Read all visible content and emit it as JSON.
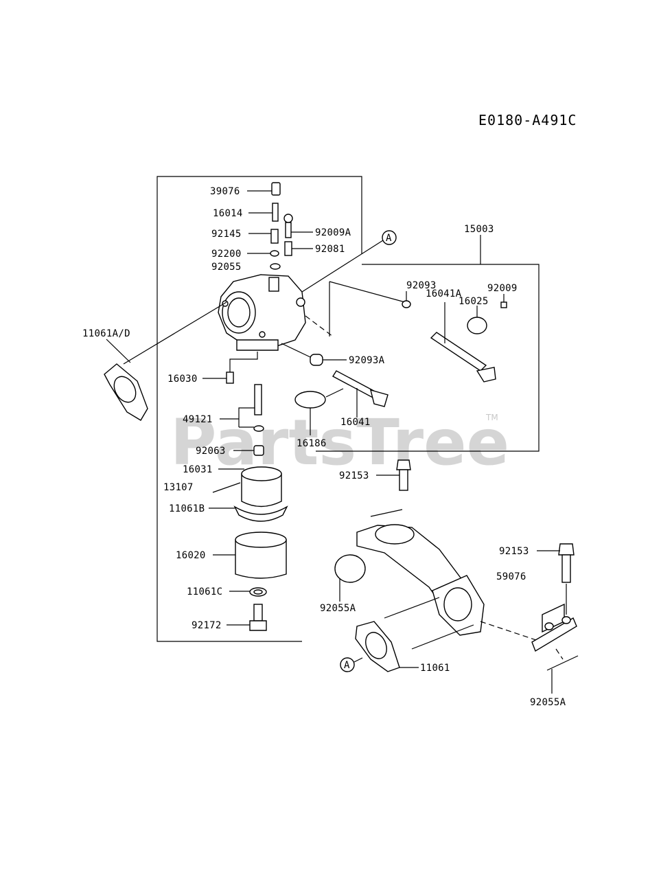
{
  "diagram": {
    "code": "E0180-A491C",
    "watermark": "PartsTree",
    "trademark": "TM",
    "ref_marker": "A",
    "labels": {
      "p39076": "39076",
      "p16014": "16014",
      "p92145": "92145",
      "p92009A": "92009A",
      "p92200": "92200",
      "p92081": "92081",
      "p92055": "92055",
      "p15003": "15003",
      "p92093": "92093",
      "p92009": "92009",
      "p16025": "16025",
      "p16041A": "16041A",
      "p11061AD": "11061A/D",
      "p92093A": "92093A",
      "p16030": "16030",
      "p49121": "49121",
      "p16041": "16041",
      "p16186": "16186",
      "p92063": "92063",
      "p16031": "16031",
      "p92153a": "92153",
      "p13107": "13107",
      "p11061B": "11061B",
      "p16020": "16020",
      "p92153b": "92153",
      "p59076": "59076",
      "p11061C": "11061C",
      "p92055A_left": "92055A",
      "p92172": "92172",
      "p11061": "11061",
      "p92055A_bottom": "92055A"
    }
  }
}
